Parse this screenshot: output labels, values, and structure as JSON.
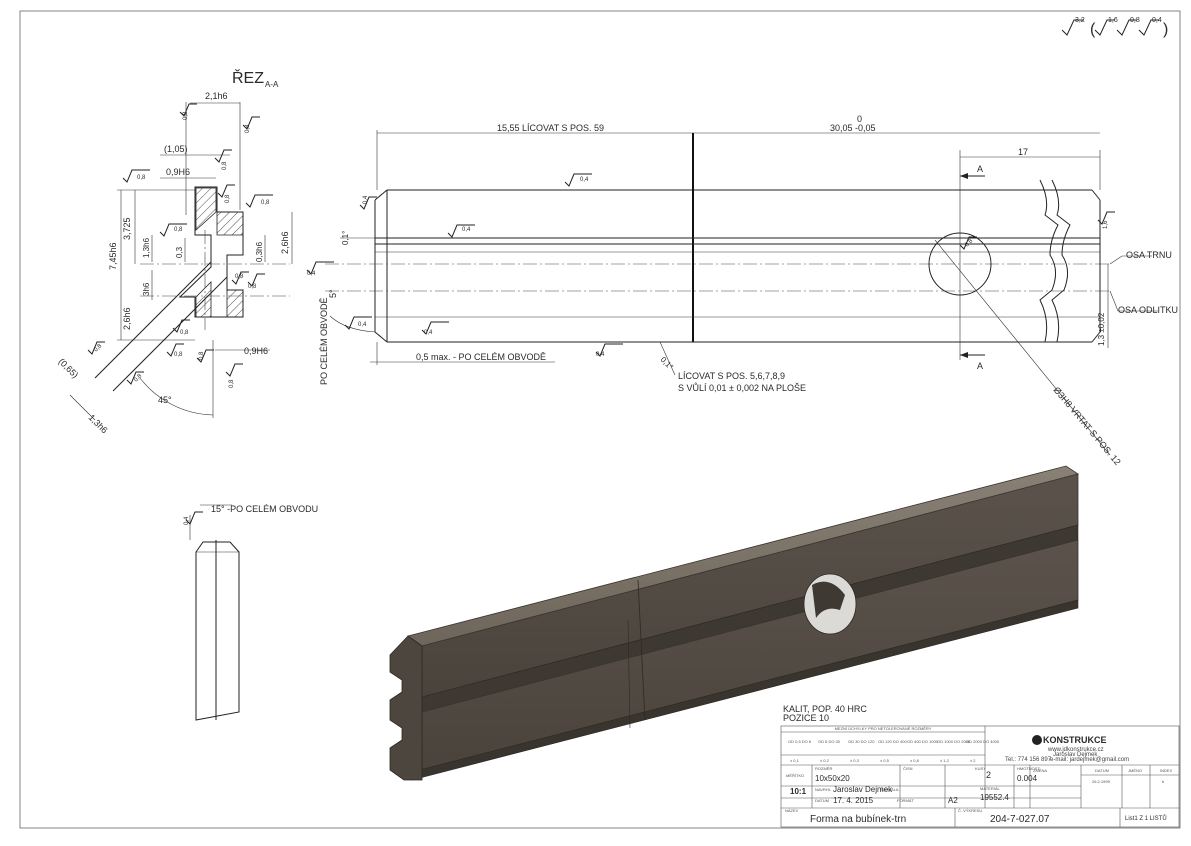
{
  "surface_finish": {
    "general": "3,2",
    "others": [
      "1,6",
      "0,8",
      "0,4"
    ]
  },
  "section": {
    "title": "ŘEZ",
    "suffix": "A-A"
  },
  "section_dims": {
    "d21": "2,1h6",
    "d105": "(1,05)",
    "d09a": "0,9H6",
    "d3725": "3,725",
    "d745": "7,45h6",
    "d13": "1,3h6",
    "d03": "0,3",
    "d03b": "0,3h6",
    "d26a": "2,6h6",
    "d26b": "2,6h6",
    "d3h6": "3h6",
    "d09b": "0,9H6",
    "d065": "(0,65)",
    "d13b": "1,3h6",
    "angle": "45°",
    "roughness": [
      "0,8",
      "0,8",
      "0,8",
      "0,8",
      "0,8",
      "0,8",
      "0,8",
      "0,8",
      "0,8",
      "0,8",
      "0,8",
      "0,8",
      "0,8",
      "0,8",
      "0,8"
    ]
  },
  "main_view": {
    "dim_left": "15,55 LÍCOVAT S POS. 59",
    "dim_zero": "0",
    "dim_right": "30,05 -0,05",
    "dim_17": "17",
    "section_mark": "A",
    "angle_01": "0,1°",
    "angle_5": "5°",
    "po_celem_left": "PO CELÉM OBVODĚ",
    "chamfer": "0,5 max. - PO CELÉM OBVODĚ",
    "licovat_1": "LÍCOVAT S POS. 5,6,7,8,9",
    "licovat_2": "S VŮLÍ 0,01 ± 0,002 NA PLOŠE",
    "angle_01b": "0,1°",
    "osa_trnu": "OSA TRNU",
    "osa_odlitku": "OSA ODLITKU",
    "dim_134": "1,3 ±0,02",
    "hole": "Ø3H8 VRTAT S POS. 12",
    "ra_04": "0,4",
    "ra_16": "1,6",
    "ra_08": "0,8"
  },
  "detail": {
    "label": "15° -PO CELÉM OBVODU",
    "ra": "0,4"
  },
  "notes": {
    "line1": "KALIT, POP. 40 HRC",
    "line2": "POZICE 10"
  },
  "title_block": {
    "tolerance_header": "MEZNÍ ÚCHYLKY PRO NETOLEROVANÉ ROZMĚRY",
    "ranges": [
      "OD 0,5 DO 6",
      "OD 6 DO 30",
      "OD 30 DO 120",
      "OD 120 DO 400",
      "OD 400 DO 1000",
      "OD 1000 DO 2000",
      "OD 2000 DO 4000"
    ],
    "tolerances": [
      "± 0,1",
      "± 0,2",
      "± 0,3",
      "± 0,5",
      "± 0,8",
      "± 1,2",
      "± 2"
    ],
    "scale_label": "MĚŘÍTKO",
    "scale": "10:1",
    "size_label": "ROZMĚR",
    "size": "10x50x20",
    "designer_label": "NAVRHL",
    "designer": "Jaroslav Dejmek",
    "date_label": "DATUM",
    "date": "17. 4. 2015",
    "checked_label": "SCHVÁLIL",
    "format_label": "FORMÁT",
    "format": "A2",
    "cisn_label": "ČISN",
    "sheets_label": "KUSY",
    "pieces": "2",
    "weight_label": "HMOTNOST",
    "weight": "0.004",
    "material_label": "MATERIÁL",
    "material": "19552.4",
    "company": "KONSTRUKCE",
    "web": "www.jdkonstrukce.cz",
    "person": "Jaroslav Dejmek",
    "phone": "Tel.: 774 156 897",
    "email": "e-mail: jardejmek@gmail.com",
    "rev_headers": [
      "ZMĚNA",
      "DATUM",
      "JMÉNO",
      "INDEX"
    ],
    "rev_date": "26.2.1995",
    "rev_index": "b",
    "name_label": "NÁZEV",
    "name": "Forma na bubínek-trn",
    "drawing_no_label": "Č. VÝKRESU",
    "drawing_no": "204-7-027.07",
    "sheet": "List1 Z 1 LISTŮ"
  }
}
